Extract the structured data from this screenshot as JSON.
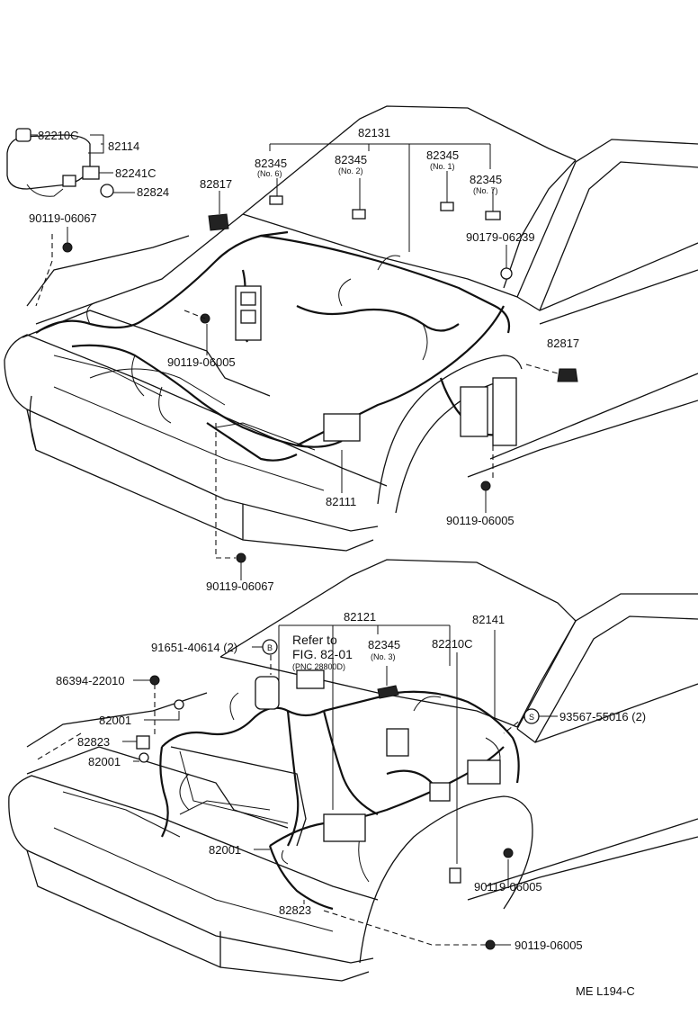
{
  "top": {
    "labels": {
      "p82210C": "82210C",
      "p82114": "82114",
      "p82241C": "82241C",
      "p82824": "82824",
      "p90119_06067_a": "90119-06067",
      "p82817_a": "82817",
      "p82345_no6": "82345",
      "no6": "(No. 6)",
      "p82131": "82131",
      "p82345_no2": "82345",
      "no2": "(No. 2)",
      "p82345_no1": "82345",
      "no1": "(No. 1)",
      "p82345_no7": "82345",
      "no7": "(No. 7)",
      "p90179_06239": "90179-06239",
      "p82817_b": "82817",
      "p90119_06005_a": "90119-06005",
      "p82111": "82111",
      "p90119_06005_b": "90119-06005",
      "p90119_06067_b": "90119-06067"
    }
  },
  "bottom": {
    "labels": {
      "p82121": "82121",
      "p82141": "82141",
      "p91651": "91651-40614 (2)",
      "circleB": "B",
      "refer1": "Refer to",
      "refer2": "FIG. 82-01",
      "refer3": "(PNC 28800D)",
      "p82345_no3": "82345",
      "no3": "(No. 3)",
      "p82210C": "82210C",
      "p86394": "86394-22010",
      "p93567": "93567-55016 (2)",
      "circleS": "S",
      "p82001_a": "82001",
      "p82823_a": "82823",
      "p82001_b": "82001",
      "p82001_c": "82001",
      "p82823_b": "82823",
      "p90119_06005_a": "90119-06005",
      "p90119_06005_b": "90119-06005"
    }
  },
  "footer": {
    "code": "ME L194-C"
  }
}
